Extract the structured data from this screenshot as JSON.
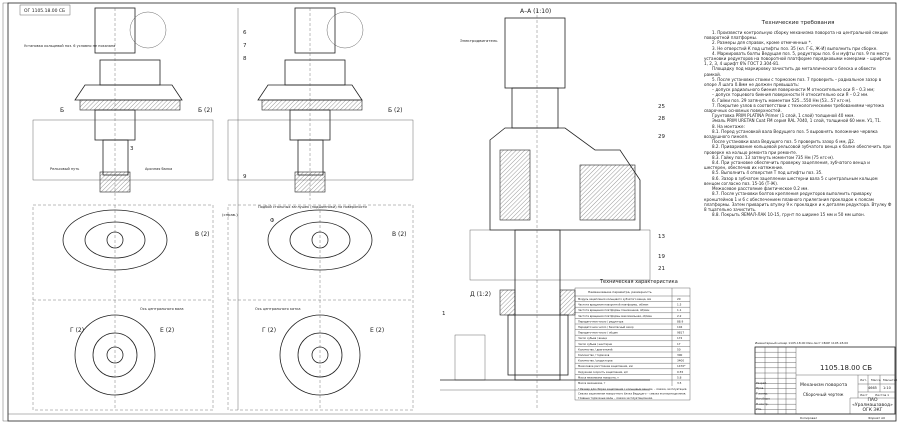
{
  "drawing": {
    "stamp_top_left": "ОГ 1105.18.00 СБ",
    "section_title": "А–А (1:10)",
    "views": [
      "Б",
      "Б (2)",
      "В (2)",
      "Г (2)",
      "Е (2)",
      "Г (2)",
      "Е (2)",
      "Д (1:2)",
      "Ф"
    ],
    "callouts": {
      "left_top": "Установка кольцевой поз. 6 условно не показана",
      "rail_left": "Рельсовый путь",
      "rail_right": "Арочная балка",
      "bearing_note": "Подбой стальных заглушек (подшипники) на поверхности",
      "gear_note_left": "Ось центрального вала",
      "gear_note_right": "Ось центрального катка",
      "motor_label": "Электродвигатель",
      "mid_label": "(справ.)"
    },
    "positions": [
      "1",
      "6",
      "7",
      "8",
      "9",
      "25",
      "28",
      "29",
      "13",
      "19",
      "21",
      "3"
    ]
  },
  "tech_requirements": {
    "title": "Технические требования",
    "items": [
      "1. Произвести контрольную сборку механизма поворота на центральной секции поворотной платформы.",
      "2. Размеры для справок, кроме отмеченных *.",
      "3. Не отверстий К под штифты поз. 35 (кл. Г-Е, Ж-И) выполнить при сборке.",
      "4. Маркировать болты Ведущая поз. 5, редукторы поз. 6 и муфты поз. 9 по месту установки редукторов на поворотной платформе порядковыми номерами – шрифтом 1, 2, 3, 4 шрифт 6% ГОСТ 2.304-81.",
      "Площадку под маркировку зачистить до металлического блеска и обвести рамкой.",
      "5. После установки стоики с тормозом поз. 7 проверить – радиальное зазор в опоре Л шага 0.8мм не должен превышать:",
      "– допуск радиального биения поверхности М относительно оси Я – 0.3 мм;",
      "– допуск торцевого биения поверхности Н относительно оси Я – 0.2 мм.",
      "6. Гайки поз. 29 затянуть моментом 525...550 Нм (53...57 кгс·м).",
      "7. Покрытие узлов в соответствии с технологическими требованиями чертежа сварочных основных поверхностей.",
      "Грунтовка PRIM PLATINA Primer (1 слой, 1 слой) толщиной 40 мкм.",
      "Эмаль PRIM URETAN Coat FM серия RAL 7040, 1 слой, толщиной 60 мкм. У1, Т1.",
      "8. На монтаже:",
      "8.1. Перед установкой вала Ведущего поз. 5 выровнять положение червяка воздушного пиноля.",
      "После установки вала Ведущего поз. 5 проверить зазор 6 мм, Д2.",
      "8.2. Приваривание кольцевой рельсовой зубчатого венца к балке обеспечить при проверке на кольцо ремонта при ремонте.",
      "8.3. Гайку поз. 13 затянуть моментом 735 Нм (75 кгс·м).",
      "8.4. При установке обеспечить проверку зацепления, зубчатого венца и шестерен, обеспечив их натяжение.",
      "8.5. Выполнить 4 отверстия Т под штифты поз. 35.",
      "8.6. Зазор в зубчатом зацеплении шестерни вала 5 с центральным кольцом венцом согласно поз. 15-16 (Т-Ж).",
      "Межосевое расстояние фактическое 0.2 мм.",
      "8.7. После установки болтов крепления редукторов выполнить приварку кронштейнов 1 и 6 с обеспечением плавного прилегания прокладок к поясам платформы. Затем приварить втулку 9 к прокладке и к деталям редуктора. Втулку Ф 8 тщательно зачистить.",
      "8.8. Покрыть ЯЕМАЛ-ЛАК 10-15, грунт по ширине 15 мм и 50 мм шпон."
    ]
  },
  "tech_spec": {
    "title": "Техническая характеристика",
    "header": "Наименование параметра, размерность",
    "rows": [
      [
        "Модуль зацепления кольцевого зубчатого венца, мм",
        "20"
      ],
      [
        "Частота вращения поворотной платформы, об/мин",
        "1.5"
      ],
      [
        "Частота вращения платформы пониженная, об/мин",
        "1.1"
      ],
      [
        "Частота вращения платформы максимальная, об/мин",
        "2.2"
      ],
      [
        "Передаточное число / редуктора",
        "88.9"
      ],
      [
        "Передаточное число / безопасный зазор",
        "104"
      ],
      [
        "Передаточное число / общее",
        "9817"
      ],
      [
        "Число зубьев / венца",
        "172"
      ],
      [
        "Число зубьев / шестерни",
        "17"
      ],
      [
        "Количество / двигателей",
        "50"
      ],
      [
        "Количество / тормозов",
        "300"
      ],
      [
        "Количество / редукторов",
        "3400"
      ],
      [
        "Межосевое расстояние зацепления, мм",
        "1470*"
      ],
      [
        "Окружная скорость зацепления, м/с",
        "0.55"
      ],
      [
        "Масса механизма поворота, т",
        "5.8"
      ],
      [
        "Масса механизма, т",
        "3.5"
      ]
    ],
    "notes": [
      "* Размер для сборки зацепления с кольцевым венцом, – смазка, эксплуатация.",
      "Смазка зацепления поворотного блока Ведущего – смазка эксплуатационная.",
      "Главные тормозные валы – смазка эксплуатационная."
    ]
  },
  "title_block": {
    "designation": "1105.18.00 СБ",
    "name": "Механизм поворота",
    "subtitle": "Сборочный чертеж",
    "mass": "4665",
    "scale": "1:10",
    "sheet": "Лист",
    "sheets": "Листов 1",
    "org": "ПАО «Уралмашзавод» ОГК ЭКГ",
    "roles": [
      "Разраб.",
      "Пров.",
      "Т.контр.",
      "Нач.бюро",
      "Н.контр.",
      "Утв."
    ],
    "stage_cols": [
      "Лит.",
      "Масса",
      "Масштаб"
    ],
    "copied": "Копировал",
    "format": "Формат А0",
    "top_line": "Инвентарный номер 1105.18.00      Изм.лист      СБОР 1105.18.00"
  }
}
